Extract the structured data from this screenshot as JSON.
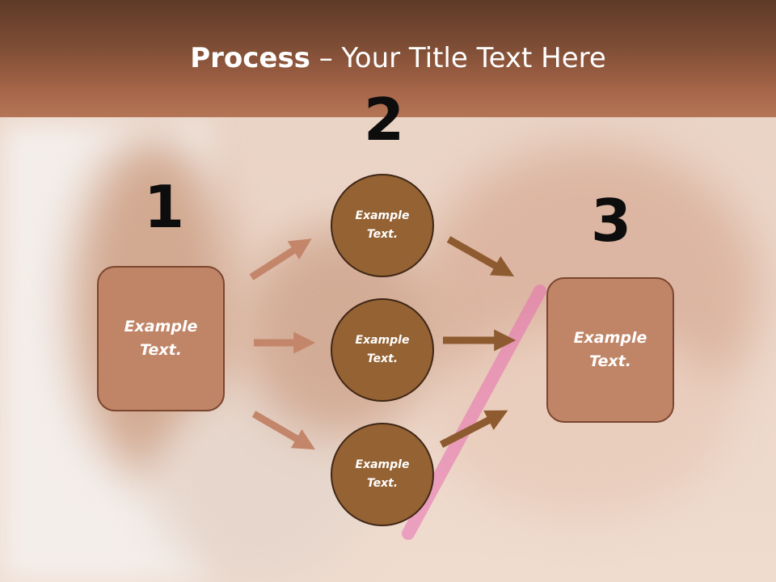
{
  "title": {
    "bold": "Process",
    "rest": " – Your Title Text Here"
  },
  "steps": [
    "1",
    "2",
    "3"
  ],
  "left_box": {
    "line1": "Example",
    "line2": "Text."
  },
  "circles": [
    {
      "line1": "Example",
      "line2": "Text."
    },
    {
      "line1": "Example",
      "line2": "Text."
    },
    {
      "line1": "Example",
      "line2": "Text."
    }
  ],
  "right_box": {
    "line1": "Example",
    "line2": "Text."
  },
  "colors": {
    "header": "#7e4d35",
    "box": "#c08466",
    "circle": "#946233",
    "arrow_light": "#c4866a",
    "arrow_dark": "#8e5a30"
  }
}
